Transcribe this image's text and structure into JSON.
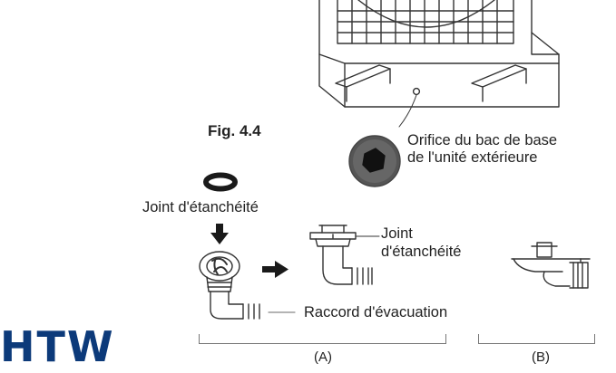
{
  "figure": {
    "label": "Fig. 4.4",
    "orifice_line1": "Orifice du bac de base",
    "orifice_line2": "de l'unité extérieure",
    "joint_top": "Joint d'étanchéité",
    "joint_side_line1": "Joint",
    "joint_side_line2": "d'étanchéité",
    "raccord": "Raccord d'évacuation",
    "tag_a": "(A)",
    "tag_b": "(B)"
  },
  "brand": {
    "logo_text": "HTW",
    "color": "#0c3a7a"
  },
  "colors": {
    "line": "#333333",
    "dark": "#1a1a1a",
    "orifice_disc": "#555555"
  }
}
